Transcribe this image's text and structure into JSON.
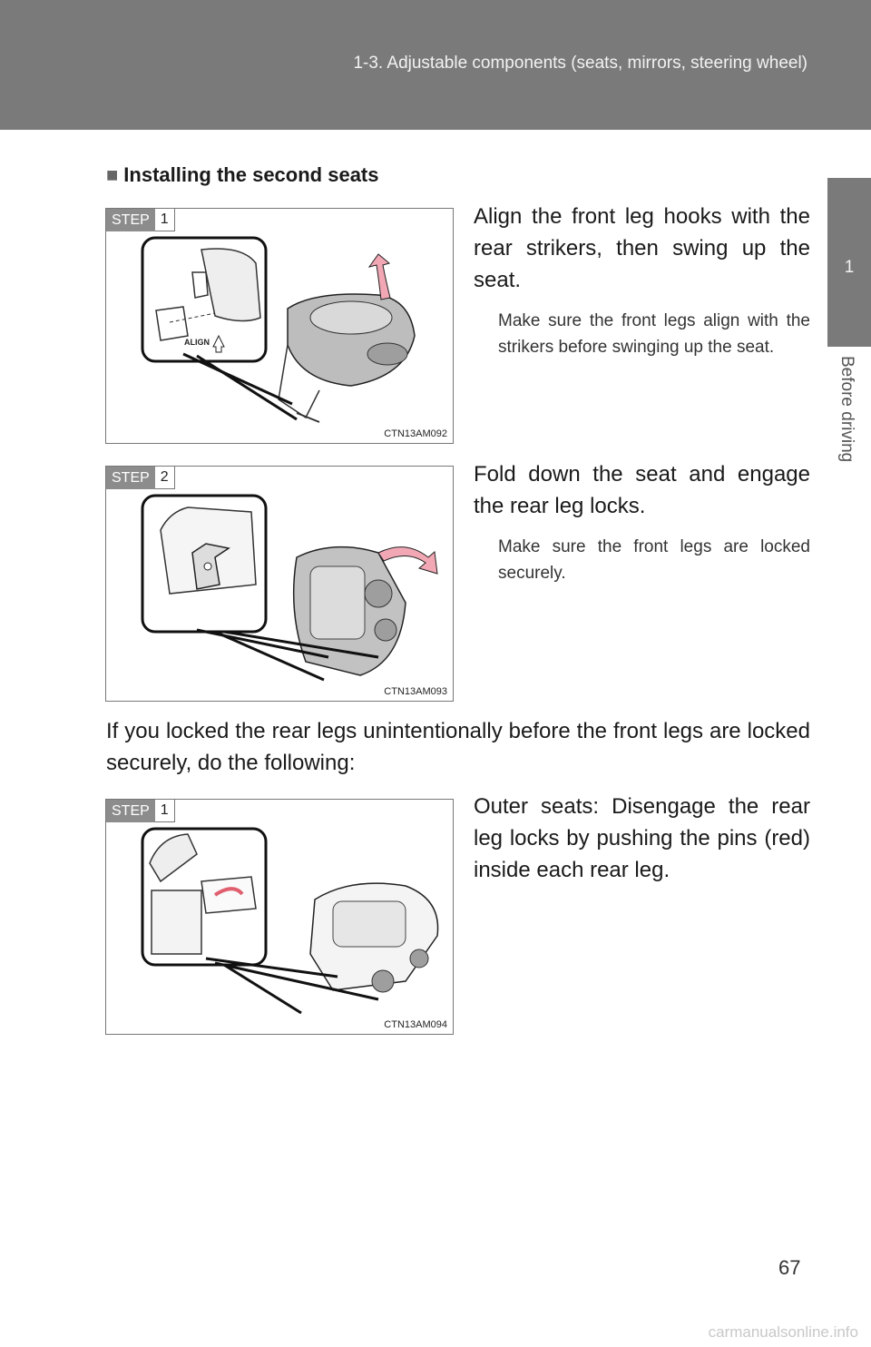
{
  "header": {
    "title": "1-3. Adjustable components (seats, mirrors, steering wheel)"
  },
  "side": {
    "chapter": "1",
    "label": "Before driving"
  },
  "section": {
    "bullet": "■",
    "title": "Installing the second seats"
  },
  "steps": [
    {
      "step_word": "STEP",
      "step_num": "1",
      "figure_code": "CTN13AM092",
      "callout": "ALIGN",
      "text": "Align the front leg hooks with the rear strikers, then swing up the seat.",
      "note": "Make sure the front legs align with the strikers before swinging up the seat."
    },
    {
      "step_word": "STEP",
      "step_num": "2",
      "figure_code": "CTN13AM093",
      "text": "Fold down the seat and engage the rear leg locks.",
      "note": "Make sure the front legs are locked securely."
    }
  ],
  "intro": "If you locked the rear legs unintentionally before the front legs are locked securely, do the following:",
  "recovery": {
    "step_word": "STEP",
    "step_num": "1",
    "figure_code": "CTN13AM094",
    "text": "Outer seats: Disengage the rear leg locks by pushing the pins (red) inside each rear leg."
  },
  "page_number": "67",
  "watermark": "carmanualsonline.info",
  "colors": {
    "header_bg": "#7a7a7a",
    "arrow_accent": "#e06070"
  }
}
